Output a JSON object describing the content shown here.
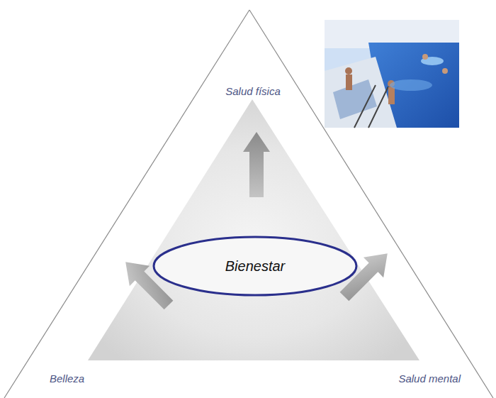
{
  "diagram": {
    "nodes": [
      {
        "text": [
          "Bienestar"
        ]
      }
    ],
    "labels": [
      "Salud física",
      "Belleza",
      "Salud mental"
    ]
  }
}
